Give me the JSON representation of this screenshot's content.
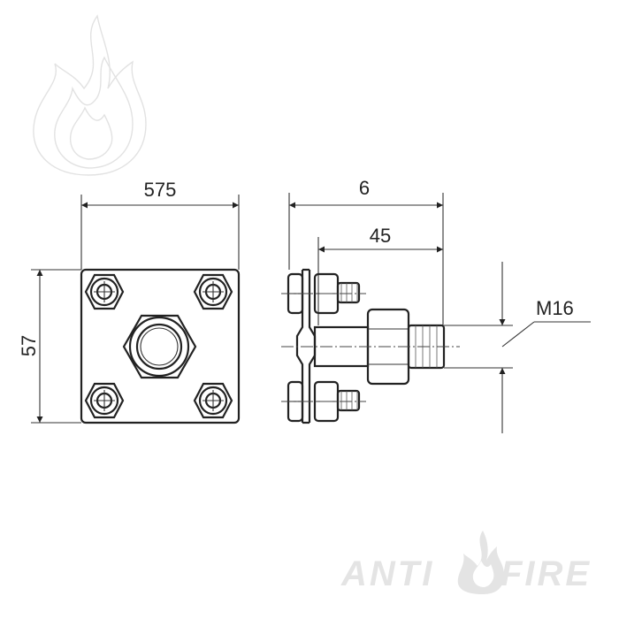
{
  "drawing": {
    "front_view": {
      "width_dimension": "575",
      "height_dimension": "57"
    },
    "side_view": {
      "total_length_dimension": "6",
      "bolt_length_dimension": "45",
      "thread_label": "M16"
    }
  },
  "branding": {
    "brand_left": "ANTI",
    "brand_right": "FIRE"
  },
  "colors": {
    "line": "#333333",
    "watermark": "#e2e2e2",
    "background": "#ffffff"
  },
  "icons": {
    "watermark": "flame-icon",
    "logo": "flame-icon"
  }
}
